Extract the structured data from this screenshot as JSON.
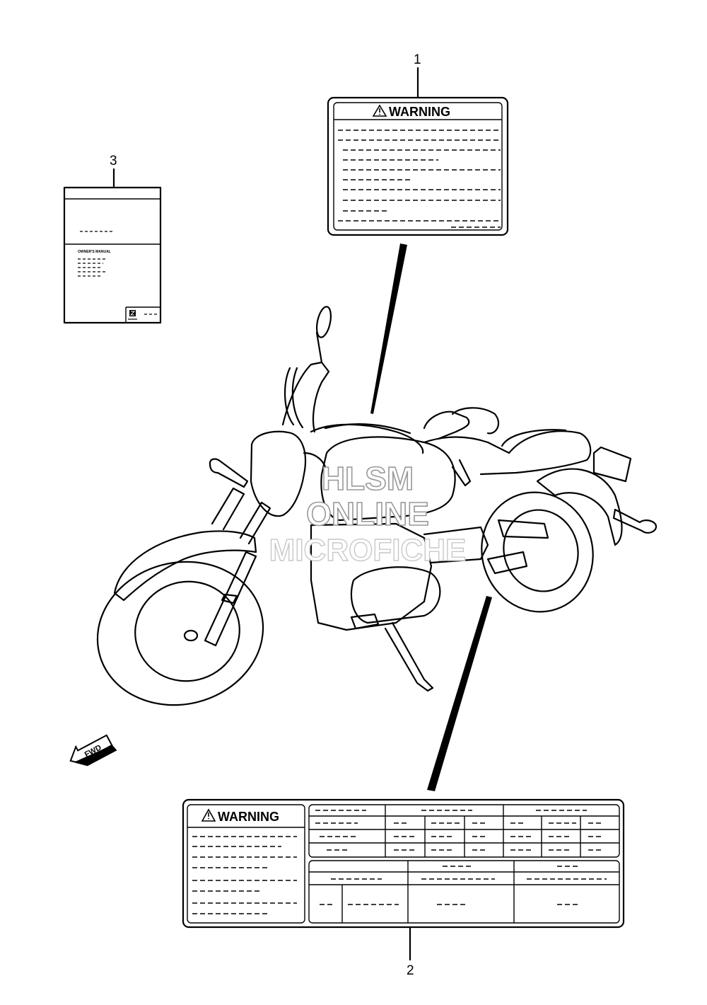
{
  "callouts": {
    "one": "1",
    "two": "2",
    "three": "3"
  },
  "warning_label_1": {
    "title": "WARNING",
    "icon": "warning-triangle-icon"
  },
  "warning_label_2": {
    "title": "WARNING",
    "icon": "warning-triangle-icon"
  },
  "owners_manual": {
    "title": "OWNER'S MANUAL",
    "logo": "suzuki-logo-icon"
  },
  "fwd_arrow": {
    "label": "FWD",
    "icon": "fwd-arrow-icon"
  },
  "watermark": {
    "line1": "HLSM",
    "line2": "ONLINE",
    "line3": "MICROFICHE"
  }
}
